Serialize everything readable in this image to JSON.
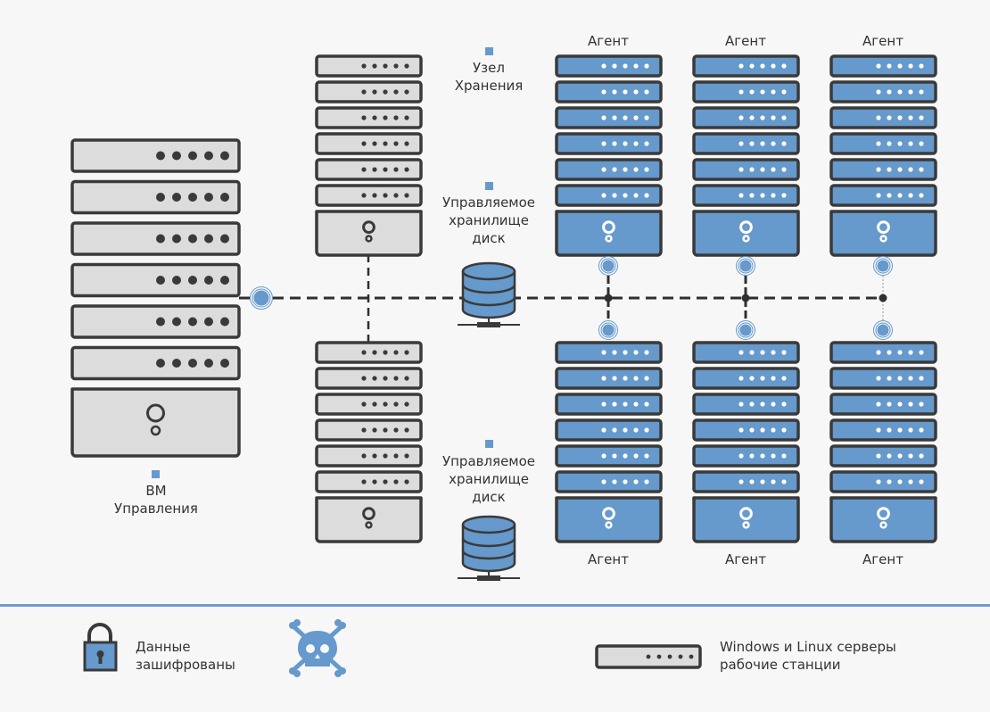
{
  "colors": {
    "accent": "#6699cc",
    "rack_gray_fill": "#dcdcdc",
    "outline": "#3a3a3a",
    "background": "#f7f7f7",
    "separator": "#6f9bd2"
  },
  "nodes": {
    "management_vm": {
      "label_lines": [
        "ВМ",
        "Управления"
      ],
      "type": "gray-rack-large"
    },
    "storage_node": {
      "label_lines": [
        "Узел",
        "Хранения"
      ],
      "type": "gray-rack"
    },
    "managed_storage_top": {
      "label_lines": [
        "Управляемое",
        "хранилище",
        "диск"
      ],
      "icon": "database-icon"
    },
    "managed_storage_bottom": {
      "label_lines": [
        "Управляемое",
        "хранилище",
        "диск"
      ],
      "icon": "database-icon"
    },
    "agents_top": [
      {
        "label": "Агент"
      },
      {
        "label": "Агент"
      },
      {
        "label": "Агент"
      }
    ],
    "agents_bottom": [
      {
        "label": "Агент"
      },
      {
        "label": "Агент"
      },
      {
        "label": "Агент"
      }
    ]
  },
  "legend": {
    "encrypted": {
      "icon": "padlock-icon",
      "label_lines": [
        "Данные",
        "зашифрованы"
      ]
    },
    "malware": {
      "icon": "skull-crossbones-icon"
    },
    "servers": {
      "icon": "server-unit-icon",
      "label_lines": [
        "Windows и Linux серверы",
        "рабочие станции"
      ]
    }
  }
}
